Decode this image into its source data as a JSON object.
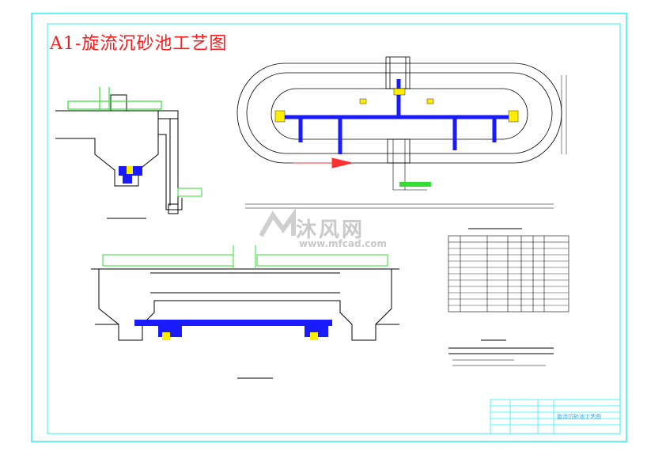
{
  "drawing": {
    "title": "A1-旋流沉砂池工艺图"
  },
  "watermark": {
    "brand": "沐风网",
    "url": "www.mfcad.com"
  },
  "title_block": {
    "drawing_name": "旋流沉砂池工艺图"
  },
  "colors": {
    "frame": "#2ef0f0",
    "title": "#ff1a1a",
    "pipe": "#1a1aff",
    "rail": "#33dd33",
    "valve": "#ffee00",
    "structure": "#000000"
  }
}
